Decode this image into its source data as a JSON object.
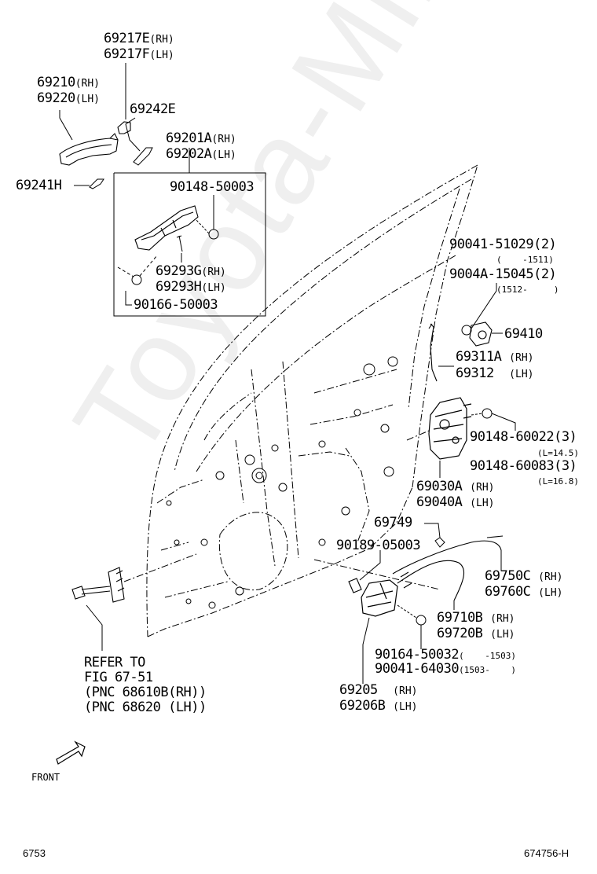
{
  "watermark": "Toyota-Mir.ru",
  "labels": {
    "p69217e": "69217E",
    "p69217e_side": "(RH)",
    "p69217f": "69217F",
    "p69217f_side": "(LH)",
    "p69210": "69210",
    "p69210_side": "(RH)",
    "p69220": "69220",
    "p69220_side": "(LH)",
    "p69242e": "69242E",
    "p69201a": "69201A",
    "p69201a_side": "(RH)",
    "p69202a": "69202A",
    "p69202a_side": "(LH)",
    "p69241h": "69241H",
    "p90148_50003": "90148-50003",
    "p69293g": "69293G",
    "p69293g_side": "(RH)",
    "p69293h": "69293H",
    "p69293h_side": "(LH)",
    "p90166_50003": "90166-50003",
    "p90041_51029": "90041-51029(2)",
    "p90041_51029_note": "(    -1511)",
    "p9004a_15045": "9004A-15045(2)",
    "p9004a_15045_note": "(1512-     )",
    "p69410": "69410",
    "p69311a": "69311A",
    "p69311a_side": "(RH)",
    "p69312": "69312",
    "p69312_side": "(LH)",
    "p90148_60022": "90148-60022(3)",
    "p90148_60022_note": "(L=14.5)",
    "p90148_60083": "90148-60083(3)",
    "p90148_60083_note": "(L=16.8)",
    "p69030a": "69030A",
    "p69030a_side": "(RH)",
    "p69040a": "69040A",
    "p69040a_side": "(LH)",
    "p69749": "69749",
    "p90189_05003": "90189-05003",
    "p69750c": "69750C",
    "p69750c_side": "(RH)",
    "p69760c": "69760C",
    "p69760c_side": "(LH)",
    "p69710b": "69710B",
    "p69710b_side": "(RH)",
    "p69720b": "69720B",
    "p69720b_side": "(LH)",
    "p90164_50032": "90164-50032",
    "p90164_50032_note": "(    -1503)",
    "p90041_64030": "90041-64030",
    "p90041_64030_note": "(1503-    )",
    "p69205": "69205",
    "p69205_side": "(RH)",
    "p69206b": "69206B",
    "p69206b_side": "(LH)",
    "refer1": "REFER TO",
    "refer2": "FIG 67-51",
    "refer3": "(PNC 68610B(RH))",
    "refer4": "(PNC 68620 (LH))",
    "front": "FRONT",
    "fig_code": "6753",
    "drawing_code": "674756-H"
  }
}
